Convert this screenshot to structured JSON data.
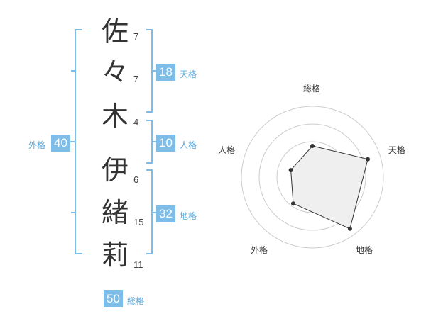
{
  "name": {
    "chars": [
      {
        "char": "佐",
        "strokes": "7"
      },
      {
        "char": "々",
        "strokes": "7"
      },
      {
        "char": "木",
        "strokes": "4"
      },
      {
        "char": "伊",
        "strokes": "6"
      },
      {
        "char": "緒",
        "strokes": "15"
      },
      {
        "char": "莉",
        "strokes": "11"
      }
    ]
  },
  "scores": {
    "tenkaku": {
      "value": "18",
      "label": "天格"
    },
    "jinkaku": {
      "value": "10",
      "label": "人格"
    },
    "chikaku": {
      "value": "32",
      "label": "地格"
    },
    "gaikaku": {
      "value": "40",
      "label": "外格"
    },
    "soukaku": {
      "value": "50",
      "label": "総格"
    }
  },
  "colors": {
    "accent": "#7dbde8",
    "accent_text": "#5aa9dd",
    "radar_fill": "#efefef",
    "radar_line": "#333333",
    "ring": "#cccccc"
  },
  "chart_data": {
    "type": "radar",
    "axes": [
      "総格",
      "天格",
      "地格",
      "外格",
      "人格"
    ],
    "values": [
      0.44,
      0.82,
      0.9,
      0.46,
      0.32
    ],
    "rings": 4
  }
}
